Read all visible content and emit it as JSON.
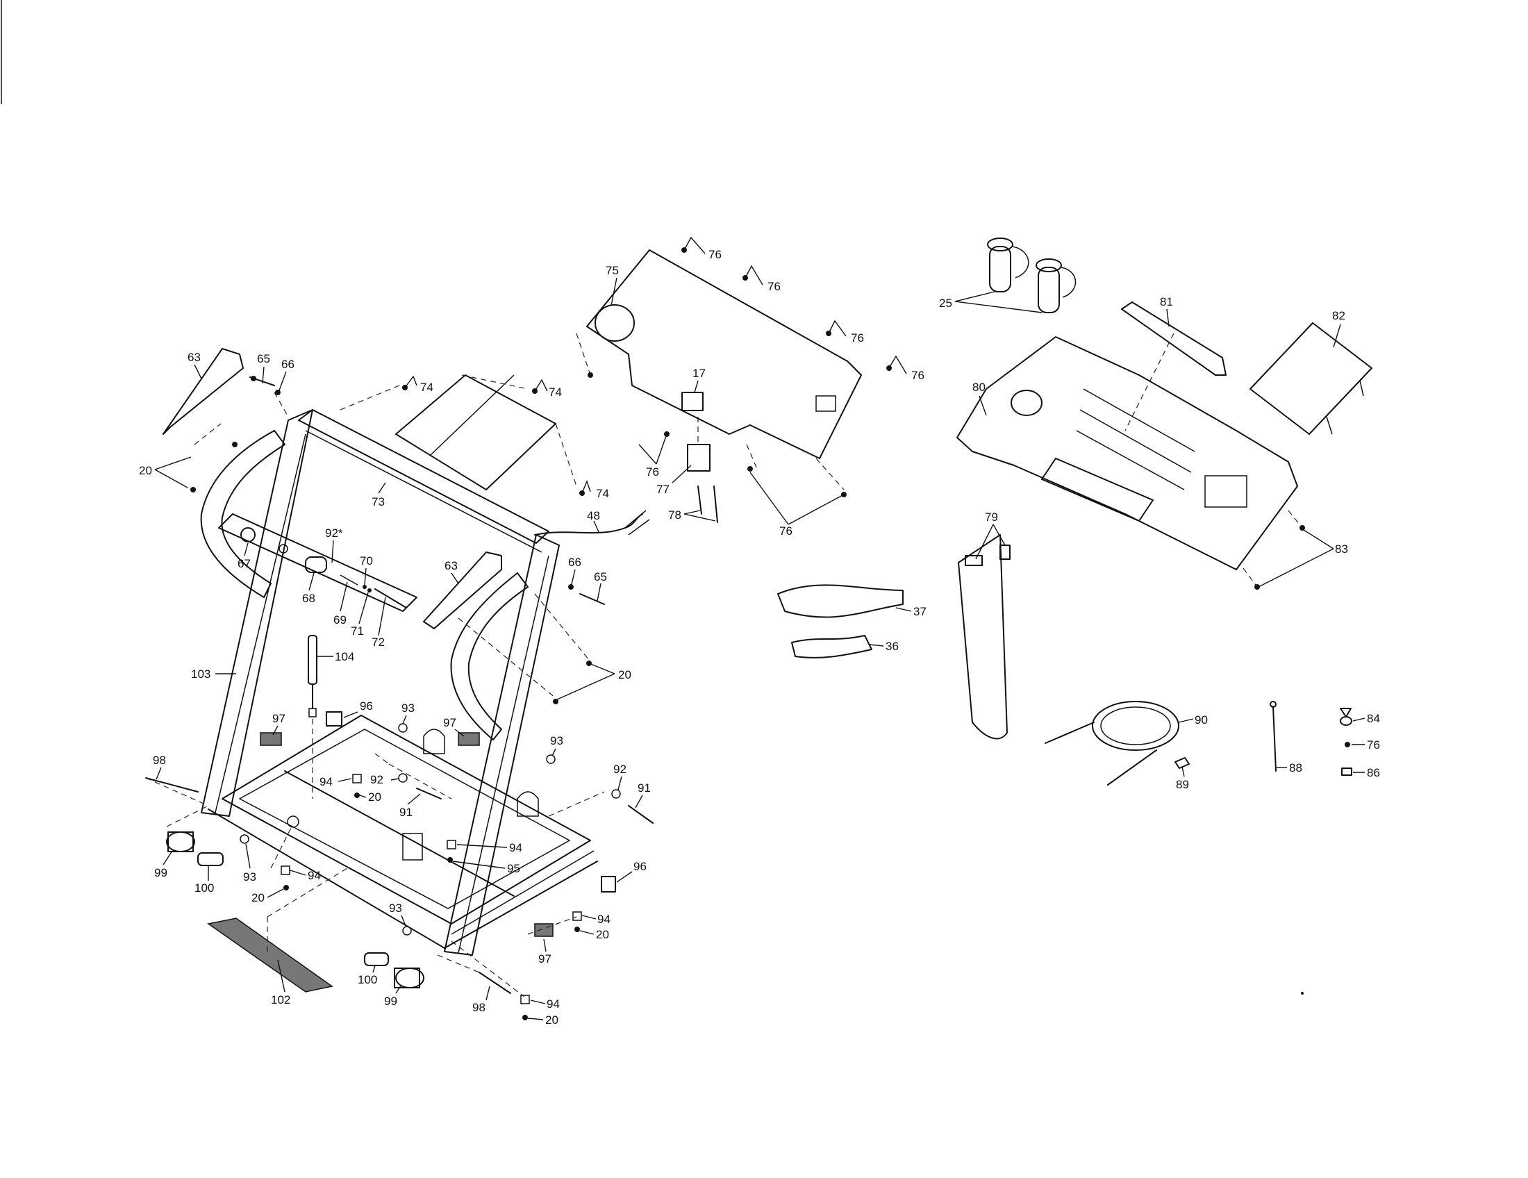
{
  "labels": {
    "p17": "17",
    "p20a": "20",
    "p20b": "20",
    "p20c": "20",
    "p20d": "20",
    "p20e": "20",
    "p20f": "20",
    "p25": "25",
    "p36": "36",
    "p37": "37",
    "p48": "48",
    "p63a": "63",
    "p63b": "63",
    "p65a": "65",
    "p65b": "65",
    "p66a": "66",
    "p66b": "66",
    "p67": "67",
    "p68": "68",
    "p69": "69",
    "p70": "70",
    "p71": "71",
    "p72": "72",
    "p73": "73",
    "p74a": "74",
    "p74b": "74",
    "p74c": "74",
    "p75": "75",
    "p76a": "76",
    "p76b": "76",
    "p76c": "76",
    "p76d": "76",
    "p76e": "76",
    "p76f": "76",
    "p76g": "76",
    "p77": "77",
    "p78": "78",
    "p79": "79",
    "p80": "80",
    "p81": "81",
    "p82": "82",
    "p83": "83",
    "p84": "84",
    "p86": "86",
    "p88": "88",
    "p89": "89",
    "p90": "90",
    "p91a": "91",
    "p91b": "91",
    "p92star": "92*",
    "p92a": "92",
    "p92b": "92",
    "p93a": "93",
    "p93b": "93",
    "p93c": "93",
    "p93d": "93",
    "p94a": "94",
    "p94b": "94",
    "p94c": "94",
    "p94d": "94",
    "p94e": "94",
    "p95": "95",
    "p96a": "96",
    "p96b": "96",
    "p97a": "97",
    "p97b": "97",
    "p97c": "97",
    "p98a": "98",
    "p98b": "98",
    "p99a": "99",
    "p99b": "99",
    "p100a": "100",
    "p100b": "100",
    "p102": "102",
    "p103": "103",
    "p104": "104"
  }
}
